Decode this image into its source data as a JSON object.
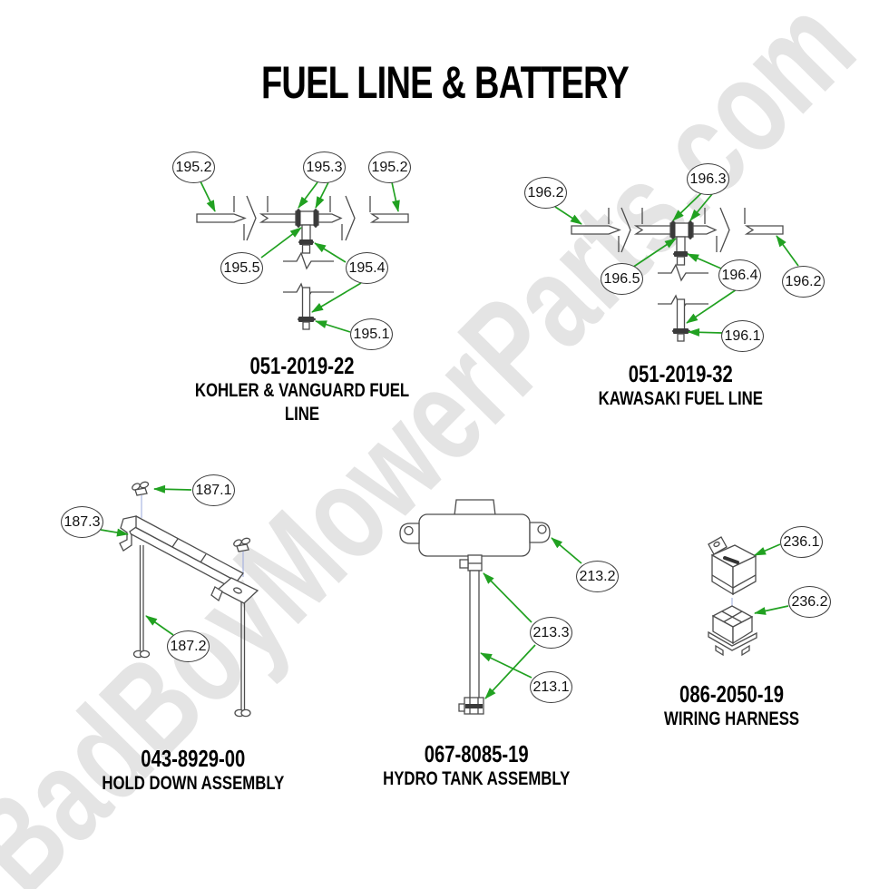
{
  "title": "FUEL LINE & BATTERY",
  "watermark": "BadBoyMowerParts.com",
  "colors": {
    "arrow_green": "#21a121",
    "watermark_gray": "#e4e4e4",
    "line_art": "#4d4d4d"
  },
  "assemblies": [
    {
      "part_number": "051-2019-22",
      "name": "KOHLER & VANGUARD FUEL LINE",
      "callouts": [
        "195.2",
        "195.3",
        "195.2",
        "195.5",
        "195.4",
        "195.1"
      ]
    },
    {
      "part_number": "051-2019-32",
      "name": "KAWASAKI FUEL LINE",
      "callouts": [
        "196.2",
        "196.3",
        "196.5",
        "196.4",
        "196.2",
        "196.1"
      ]
    },
    {
      "part_number": "043-8929-00",
      "name": "HOLD DOWN ASSEMBLY",
      "callouts": [
        "187.1",
        "187.3",
        "187.2"
      ]
    },
    {
      "part_number": "067-8085-19",
      "name": "HYDRO TANK ASSEMBLY",
      "callouts": [
        "213.2",
        "213.3",
        "213.1"
      ]
    },
    {
      "part_number": "086-2050-19",
      "name": "WIRING HARNESS",
      "callouts": [
        "236.1",
        "236.2"
      ]
    }
  ]
}
